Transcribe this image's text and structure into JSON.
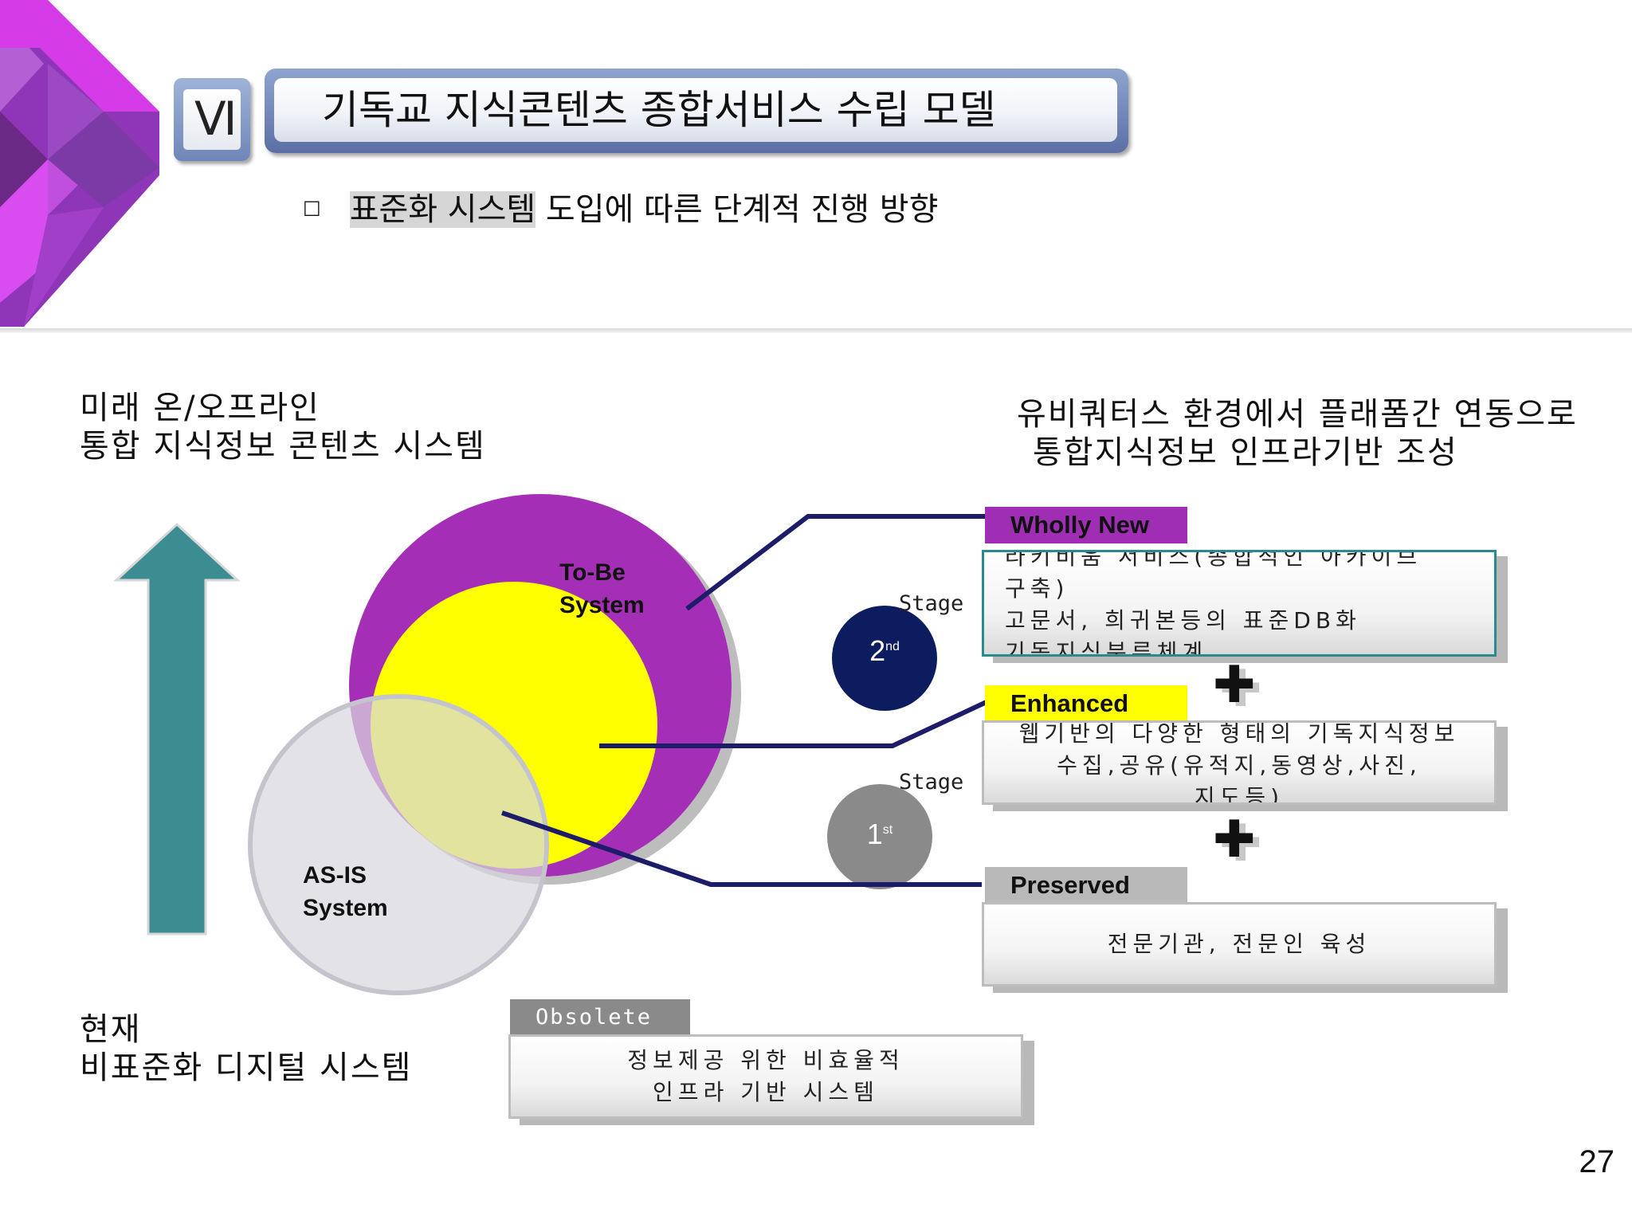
{
  "header": {
    "chapter_number": "Ⅵ",
    "title": "기독교 지식콘텐츠 종합서비스 수립 모델",
    "subtitle_bullet": "□",
    "subtitle_highlight": "표준화 시스템",
    "subtitle_rest": "도입에 따른 단계적 진행 방향"
  },
  "diagram": {
    "top_left_label": [
      "미래 온/오프라인",
      "통합 지식정보 콘텐츠 시스템"
    ],
    "top_right_label": [
      "유비쿼터스 환경에서 플래폼간 연동으로",
      "통합지식정보 인프라기반 조성"
    ],
    "bottom_left_label": [
      "현재",
      "비표준화 디지털 시스템"
    ],
    "to_be_label": [
      "To-Be",
      "System"
    ],
    "as_is_label": [
      "AS-IS",
      "System"
    ],
    "stages": [
      {
        "label": "Stage",
        "number": "2",
        "suffix": "nd",
        "color": "#0c1c5e"
      },
      {
        "label": "Stage",
        "number": "1",
        "suffix": "st",
        "color": "#8a8a8a"
      }
    ],
    "categories": [
      {
        "tag": "Wholly New",
        "tag_color": "#a02eb5",
        "lines": [
          "라키비움 서비스(종합적인 아카이브",
          "구축)",
          "고문서, 희귀본등의 표준DB화",
          "기독지식분류체계"
        ]
      },
      {
        "tag": "Enhanced",
        "tag_color": "#ffff00",
        "lines": [
          "웹기반의 다양한 형태의 기독지식정보",
          "수집,공유(유적지,동영상,사진,",
          "지도등)"
        ]
      },
      {
        "tag": "Preserved",
        "tag_color": "#b9b9b9",
        "lines": [
          "전문기관, 전문인 육성"
        ]
      }
    ],
    "obsolete": {
      "tag": "Obsolete",
      "lines": [
        "정보제공 위한 비효율적",
        "인프라 기반 시스템"
      ]
    },
    "plus_symbol": "✚",
    "colors": {
      "to_be": "#a52eb6",
      "enhanced": "#ffff00",
      "as_is": "#e4e4e8",
      "arrow": "#3b8d92",
      "connector": "#1c1c6a",
      "box_border_wholly_new": "#2a8a8e"
    }
  },
  "page_number": "27"
}
